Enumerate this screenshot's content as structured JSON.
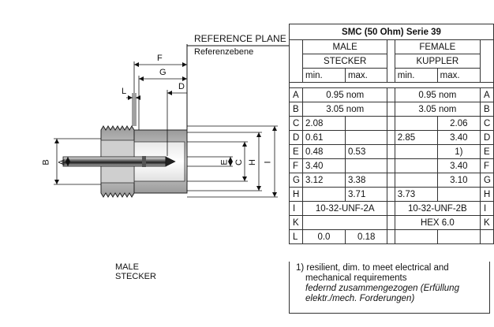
{
  "drawing": {
    "reference_plane": "REFERENCE PLANE",
    "reference_plane_de": "Referenzebene",
    "dim_labels": {
      "F": "F",
      "G": "G",
      "D": "D",
      "L": "L",
      "B": "B",
      "A": "A",
      "E": "E",
      "C": "C",
      "H": "H",
      "I": "I"
    },
    "caption_line1": "MALE",
    "caption_line2": "STECKER"
  },
  "table": {
    "title": "SMC (50 Ohm) Serie 39",
    "male": "MALE",
    "female": "FEMALE",
    "stecker": "STECKER",
    "kuppler": "KUPPLER",
    "min": "min.",
    "max": "max.",
    "rows": [
      {
        "key": "A",
        "male_span": "0.95 nom",
        "female_span": "0.95 nom"
      },
      {
        "key": "B",
        "male_span": "3.05 nom",
        "female_span": "3.05 nom"
      },
      {
        "key": "C",
        "male_min": "2.08",
        "male_max": "",
        "female_min": "",
        "female_max": "2.06"
      },
      {
        "key": "D",
        "male_min": "0.61",
        "male_max": "",
        "female_min": "2.85",
        "female_max": "3.40"
      },
      {
        "key": "E",
        "male_min": "0.48",
        "male_max": "0.53",
        "female_min": "",
        "female_max": "1)"
      },
      {
        "key": "F",
        "male_min": "3.40",
        "male_max": "",
        "female_min": "",
        "female_max": "3.40"
      },
      {
        "key": "G",
        "male_min": "3.12",
        "male_max": "3.38",
        "female_min": "",
        "female_max": "3.10"
      },
      {
        "key": "H",
        "male_min": "",
        "male_max": "3.71",
        "female_min": "3.73",
        "female_max": ""
      },
      {
        "key": "I",
        "male_span": "10-32-UNF-2A",
        "female_span": "10-32-UNF-2B"
      },
      {
        "key": "K",
        "male_span": "",
        "female_span": "HEX 6.0"
      },
      {
        "key": "L",
        "male_min": "0.0",
        "male_max": "0.18",
        "female_min": "",
        "female_max": ""
      }
    ],
    "note_line1": "1) resilient, dim. to meet electrical and",
    "note_line2": "mechanical requirements",
    "note_de_line1": "federnd zusammengezogen (Erfüllung",
    "note_de_line2": "elektr./mech. Forderungen)"
  }
}
